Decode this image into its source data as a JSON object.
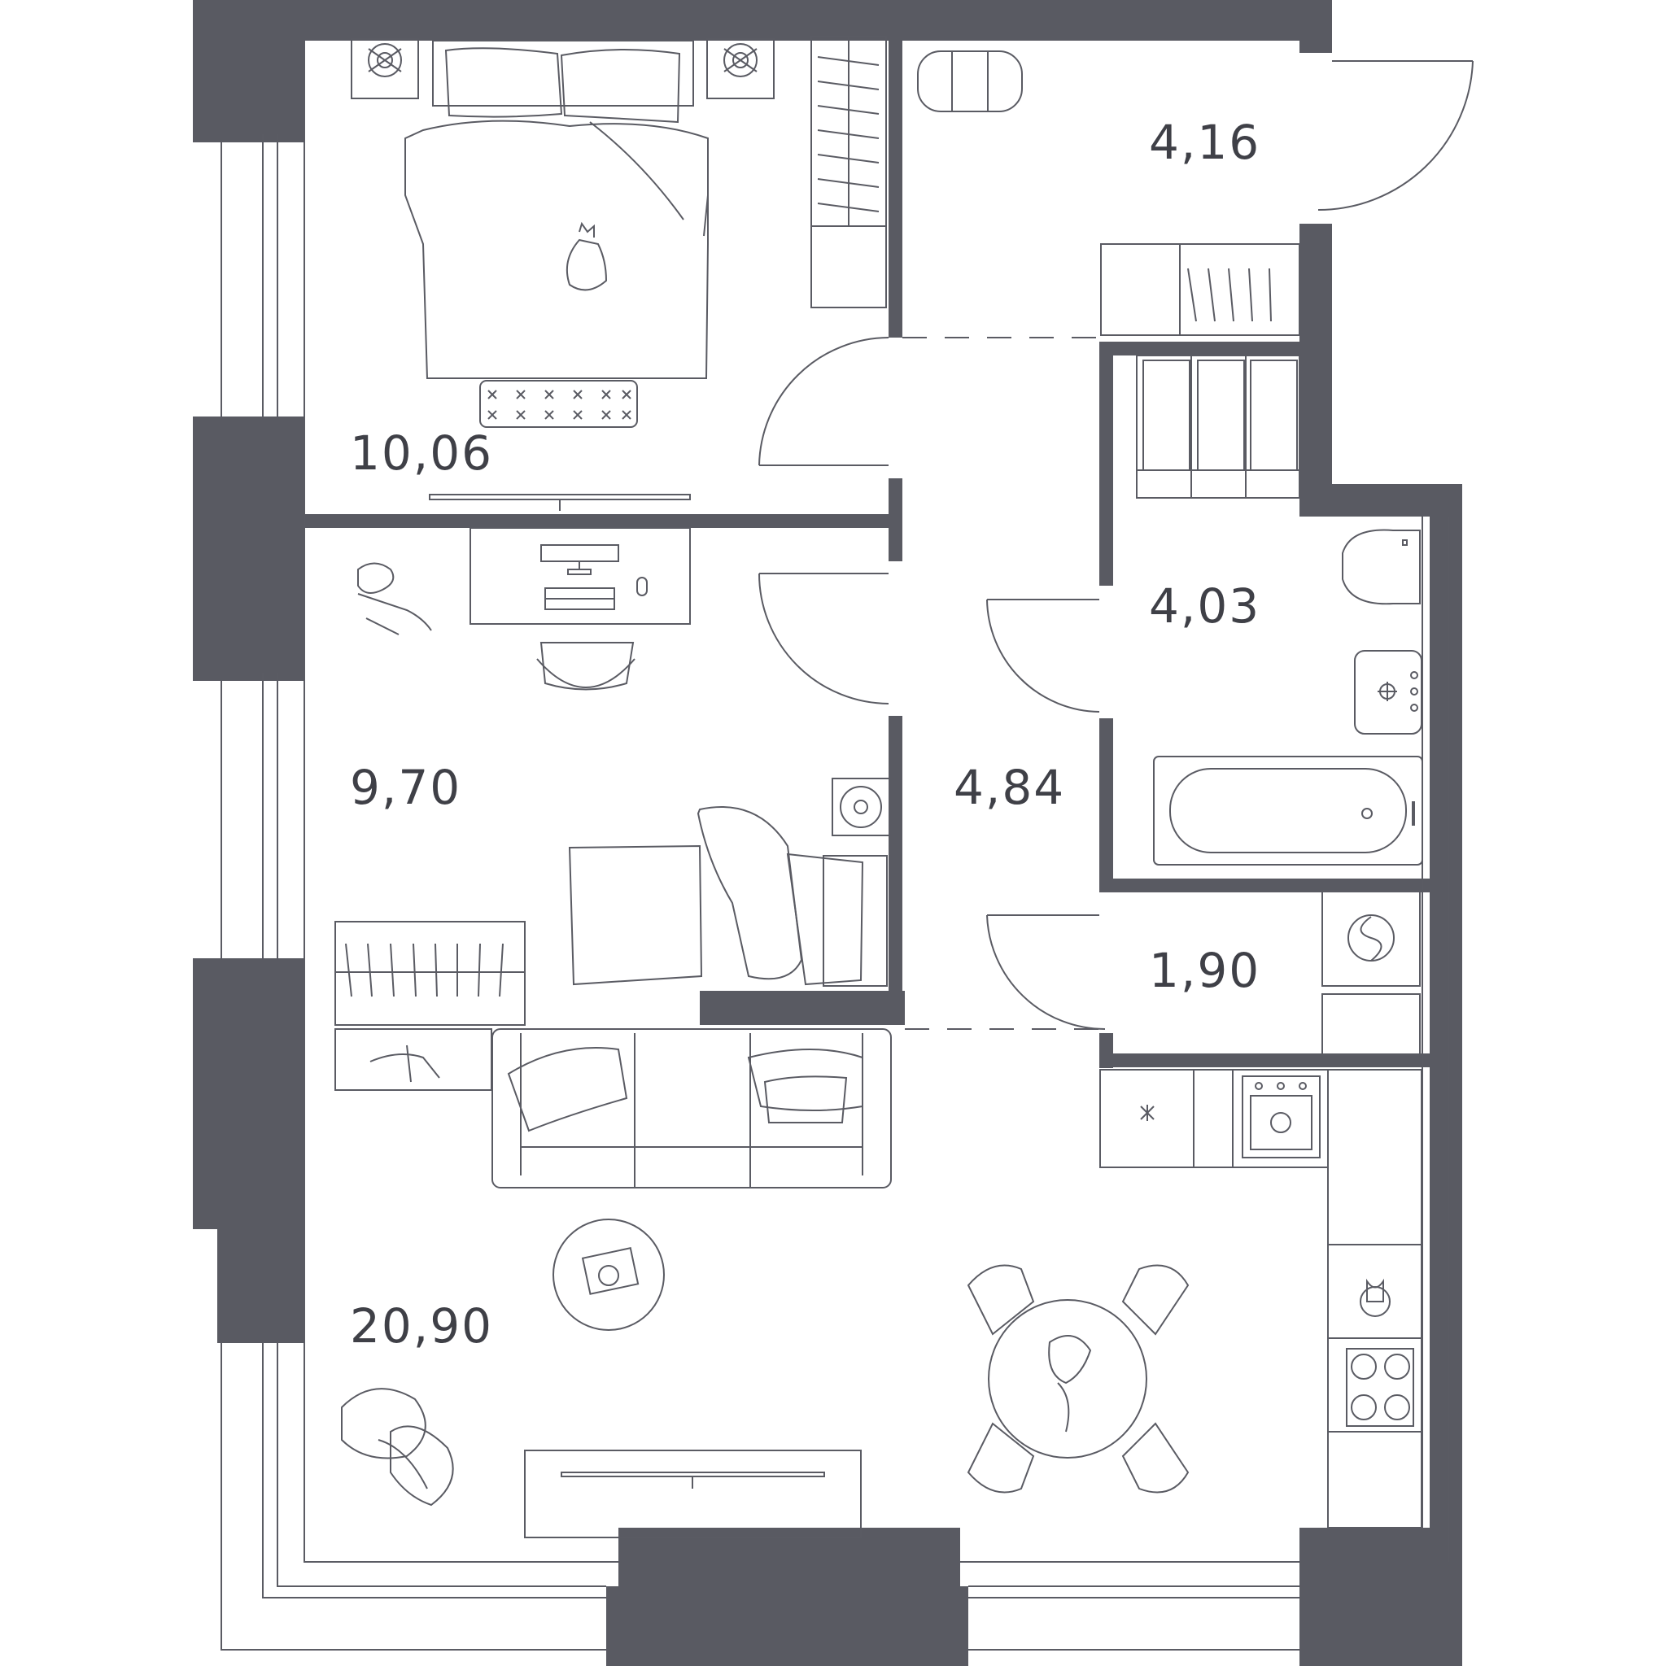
{
  "colors": {
    "wall": "#595a62",
    "line": "#5a5b63",
    "background": "#ffffff",
    "label": "#3f4047"
  },
  "rooms": {
    "bedroom_large": {
      "area": "10,06"
    },
    "hall_entrance": {
      "area": "4,16"
    },
    "bathroom": {
      "area": "4,03"
    },
    "bedroom_small": {
      "area": "9,70"
    },
    "corridor": {
      "area": "4,84"
    },
    "laundry": {
      "area": "1,90"
    },
    "living_kitchen": {
      "area": "20,90"
    }
  }
}
